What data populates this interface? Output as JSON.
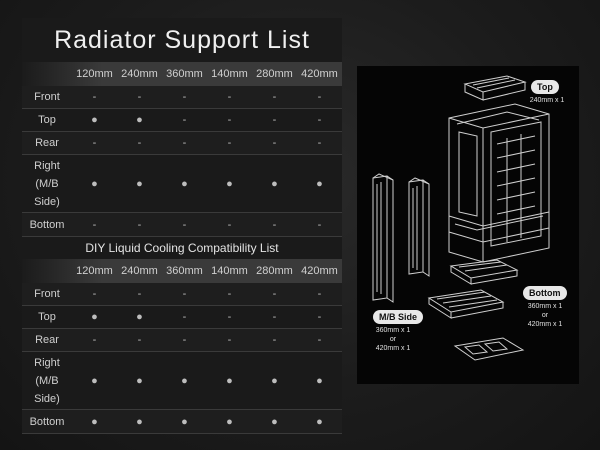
{
  "title": "Radiator Support List",
  "columns": [
    "120mm",
    "240mm",
    "360mm",
    "140mm",
    "280mm",
    "420mm"
  ],
  "table1": {
    "rows": [
      {
        "label": "Front",
        "cells": [
          "-",
          "-",
          "-",
          "-",
          "-",
          "-"
        ]
      },
      {
        "label": "Top",
        "cells": [
          "●",
          "●",
          "-",
          "-",
          "-",
          "-"
        ]
      },
      {
        "label": "Rear",
        "cells": [
          "-",
          "-",
          "-",
          "-",
          "-",
          "-"
        ]
      },
      {
        "label": "Right (M/B Side)",
        "cells": [
          "●",
          "●",
          "●",
          "●",
          "●",
          "●"
        ]
      },
      {
        "label": "Bottom",
        "cells": [
          "-",
          "-",
          "-",
          "-",
          "-",
          "-"
        ]
      }
    ]
  },
  "subtitle": "DIY Liquid Cooling Compatibility List",
  "table2": {
    "rows": [
      {
        "label": "Front",
        "cells": [
          "-",
          "-",
          "-",
          "-",
          "-",
          "-"
        ]
      },
      {
        "label": "Top",
        "cells": [
          "●",
          "●",
          "-",
          "-",
          "-",
          "-"
        ]
      },
      {
        "label": "Rear",
        "cells": [
          "-",
          "-",
          "-",
          "-",
          "-",
          "-"
        ]
      },
      {
        "label": "Right (M/B Side)",
        "cells": [
          "●",
          "●",
          "●",
          "●",
          "●",
          "●"
        ]
      },
      {
        "label": "Bottom",
        "cells": [
          "●",
          "●",
          "●",
          "●",
          "●",
          "●"
        ]
      }
    ]
  },
  "diagram": {
    "top_badge": "Top",
    "top_note": "240mm x 1",
    "bottom_badge": "Bottom",
    "bottom_note_1": "360mm x 1",
    "bottom_note_2": "or",
    "bottom_note_3": "420mm x 1",
    "side_badge": "M/B Side",
    "side_note_1": "360mm x 1",
    "side_note_2": "or",
    "side_note_3": "420mm x 1"
  }
}
